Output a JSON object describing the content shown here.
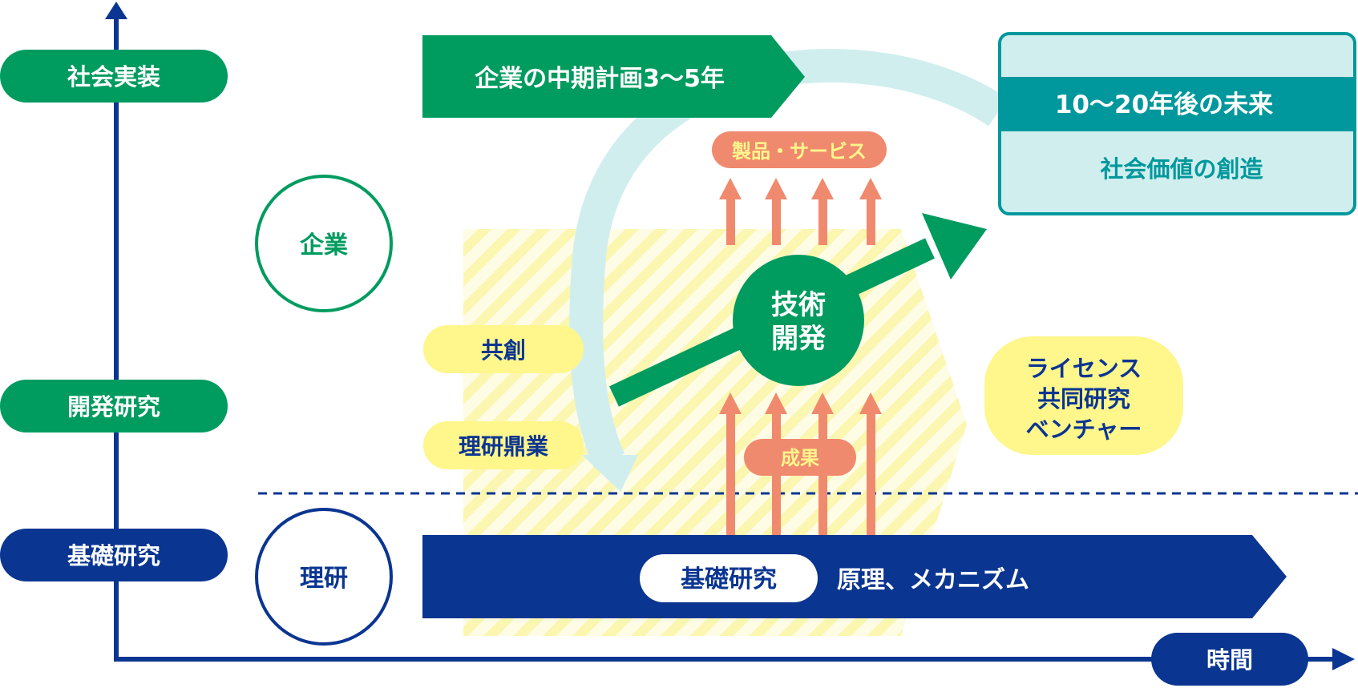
{
  "axis": {
    "levels": {
      "social": "社会実装",
      "applied": "開発研究",
      "basic": "基礎研究"
    },
    "time_label": "時間"
  },
  "actors": {
    "company": "企業",
    "riken": "理研"
  },
  "company_plan": "企業の中期計画3〜5年",
  "future": {
    "title": "10〜20年後の未来",
    "subtitle": "社会価値の創造"
  },
  "products": "製品・サービス",
  "tech_dev": {
    "line1": "技術",
    "line2": "開発"
  },
  "cocreation": "共創",
  "riken_venture": "理研鼎業",
  "results": "成果",
  "outcomes": {
    "line1": "ライセンス",
    "line2": "共同研究",
    "line3": "ベンチャー"
  },
  "basic_bar": {
    "badge": "基礎研究",
    "text": "原理、メカニズム"
  },
  "colors": {
    "green": "#009B5F",
    "navy": "#0A3591",
    "salmon": "#F08A6E",
    "yellow": "#FFF68C",
    "teal": "#00989C",
    "light_teal": "#D1EEEF",
    "stripe_yellow": "#FCF8B8"
  }
}
